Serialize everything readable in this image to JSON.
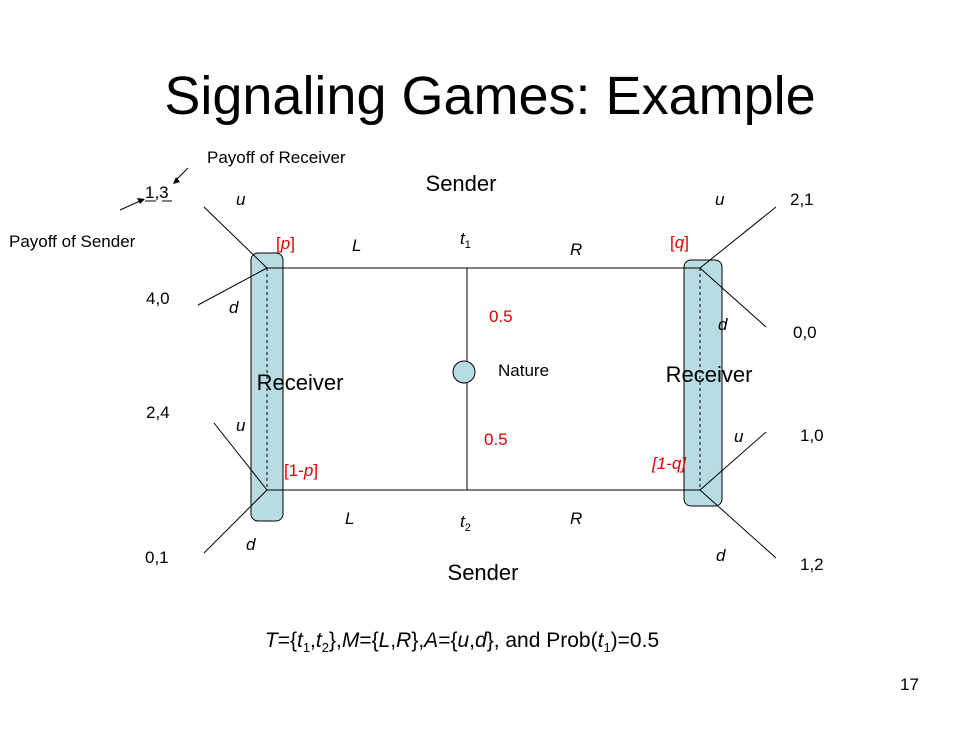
{
  "title": "Signaling Games: Example",
  "colors": {
    "accent_red": "#e00000",
    "info_set_fill": "#b7dde3",
    "line": "#000000"
  },
  "annotations": {
    "payoff_of_receiver": "Payoff of Receiver",
    "payoff_of_sender": "Payoff of Sender",
    "example_payoff": "1,3"
  },
  "players": {
    "sender_top": "Sender",
    "sender_bottom": "Sender",
    "receiver_left": "Receiver",
    "receiver_right": "Receiver",
    "nature": "Nature"
  },
  "types": {
    "t1_base": "t",
    "t1_sub": "1",
    "t2_base": "t",
    "t2_sub": "2"
  },
  "messages": {
    "left": "L",
    "right": "R"
  },
  "actions": {
    "up": "u",
    "down": "d"
  },
  "probabilities": {
    "top": "0.5",
    "bottom": "0.5"
  },
  "beliefs": {
    "p": {
      "open": "[",
      "var": "p",
      "close": "]"
    },
    "q": {
      "open": "[",
      "var": "q",
      "close": "]"
    },
    "one_minus_p": {
      "open": "[1-",
      "var": "p",
      "close": "]"
    },
    "one_minus_q": "[1-q]"
  },
  "payoffs": {
    "top_left_d": "4,0",
    "bottom_left_u": "2,4",
    "bottom_left_d": "0,1",
    "top_right_u": "2,1",
    "top_right_d": "0,0",
    "bottom_right_u": "1,0",
    "bottom_right_d": "1,2"
  },
  "formula": {
    "T": "T",
    "eq1": "={",
    "t": "t",
    "s1": "1",
    "comma1": ",",
    "s2": "2",
    "close1": "},",
    "M": "M",
    "eq2": "={",
    "L": "L",
    "comma2": ",",
    "R": "R",
    "close2": "},",
    "A": "A",
    "eq3": "={",
    "u": "u",
    "comma3": ",",
    "d": "d",
    "close3": "}, and Prob(",
    "t_close": ")=0.5"
  },
  "slide_number": "17"
}
